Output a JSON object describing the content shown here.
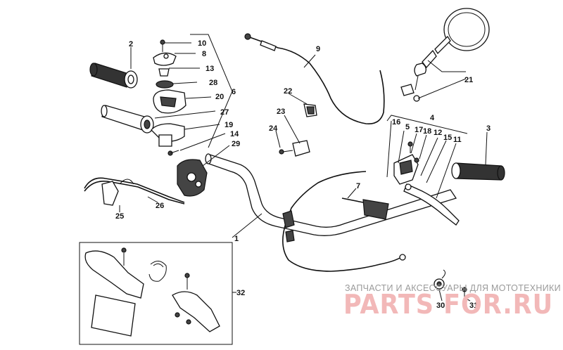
{
  "parts": {
    "p1": "1",
    "p2": "2",
    "p3": "3",
    "p4": "4",
    "p5": "5",
    "p6": "6",
    "p7": "7",
    "p8": "8",
    "p9": "9",
    "p10": "10",
    "p11": "11",
    "p12": "12",
    "p13": "13",
    "p14": "14",
    "p15": "15",
    "p16": "16",
    "p17": "17",
    "p18": "18",
    "p19": "19",
    "p20": "20",
    "p21": "21",
    "p22": "22",
    "p23": "23",
    "p24": "24",
    "p25": "25",
    "p26": "26",
    "p27": "27",
    "p28": "28",
    "p29": "29",
    "p30": "30",
    "p31": "31",
    "p32": "32"
  },
  "watermark": {
    "line1": "ЗАПЧАСТИ И АКСЕССУАРЫ ДЛЯ МОТОТЕХНИКИ",
    "line2": "PARTS FOR.RU"
  }
}
